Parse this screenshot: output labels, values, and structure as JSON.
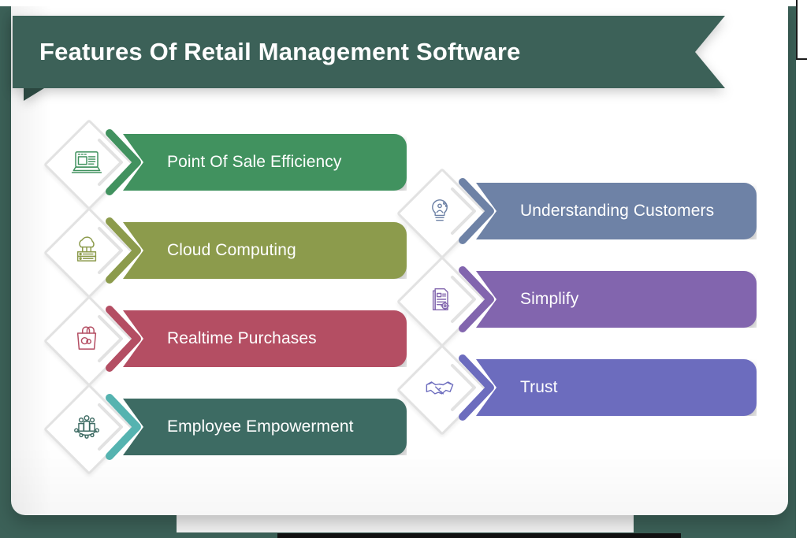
{
  "page": {
    "background_color": "#3C6158",
    "sheet_color": "#ffffff"
  },
  "header": {
    "title": "Features Of Retail Management Software",
    "ribbon_color": "#3C6158",
    "title_color": "#ffffff"
  },
  "features": {
    "left_column": [
      {
        "label": "Point Of Sale Efficiency",
        "color": "#41925F",
        "icon": "pos-laptop-icon"
      },
      {
        "label": "Cloud Computing",
        "color": "#8C9B4C",
        "icon": "cloud-server-icon"
      },
      {
        "label": "Realtime Purchases",
        "color": "#B44E63",
        "icon": "shopping-bag-icon"
      },
      {
        "label": "Employee Empowerment",
        "color": "#3D6B63",
        "accent_color": "#55B3B0",
        "icon": "team-network-icon"
      }
    ],
    "right_column": [
      {
        "label": "Understanding Customers",
        "color": "#6E82A6",
        "icon": "lightbulb-person-icon"
      },
      {
        "label": "Simplify",
        "color": "#8265AE",
        "icon": "document-gear-icon"
      },
      {
        "label": "Trust",
        "color": "#6C6CBE",
        "icon": "handshake-icon"
      }
    ]
  }
}
